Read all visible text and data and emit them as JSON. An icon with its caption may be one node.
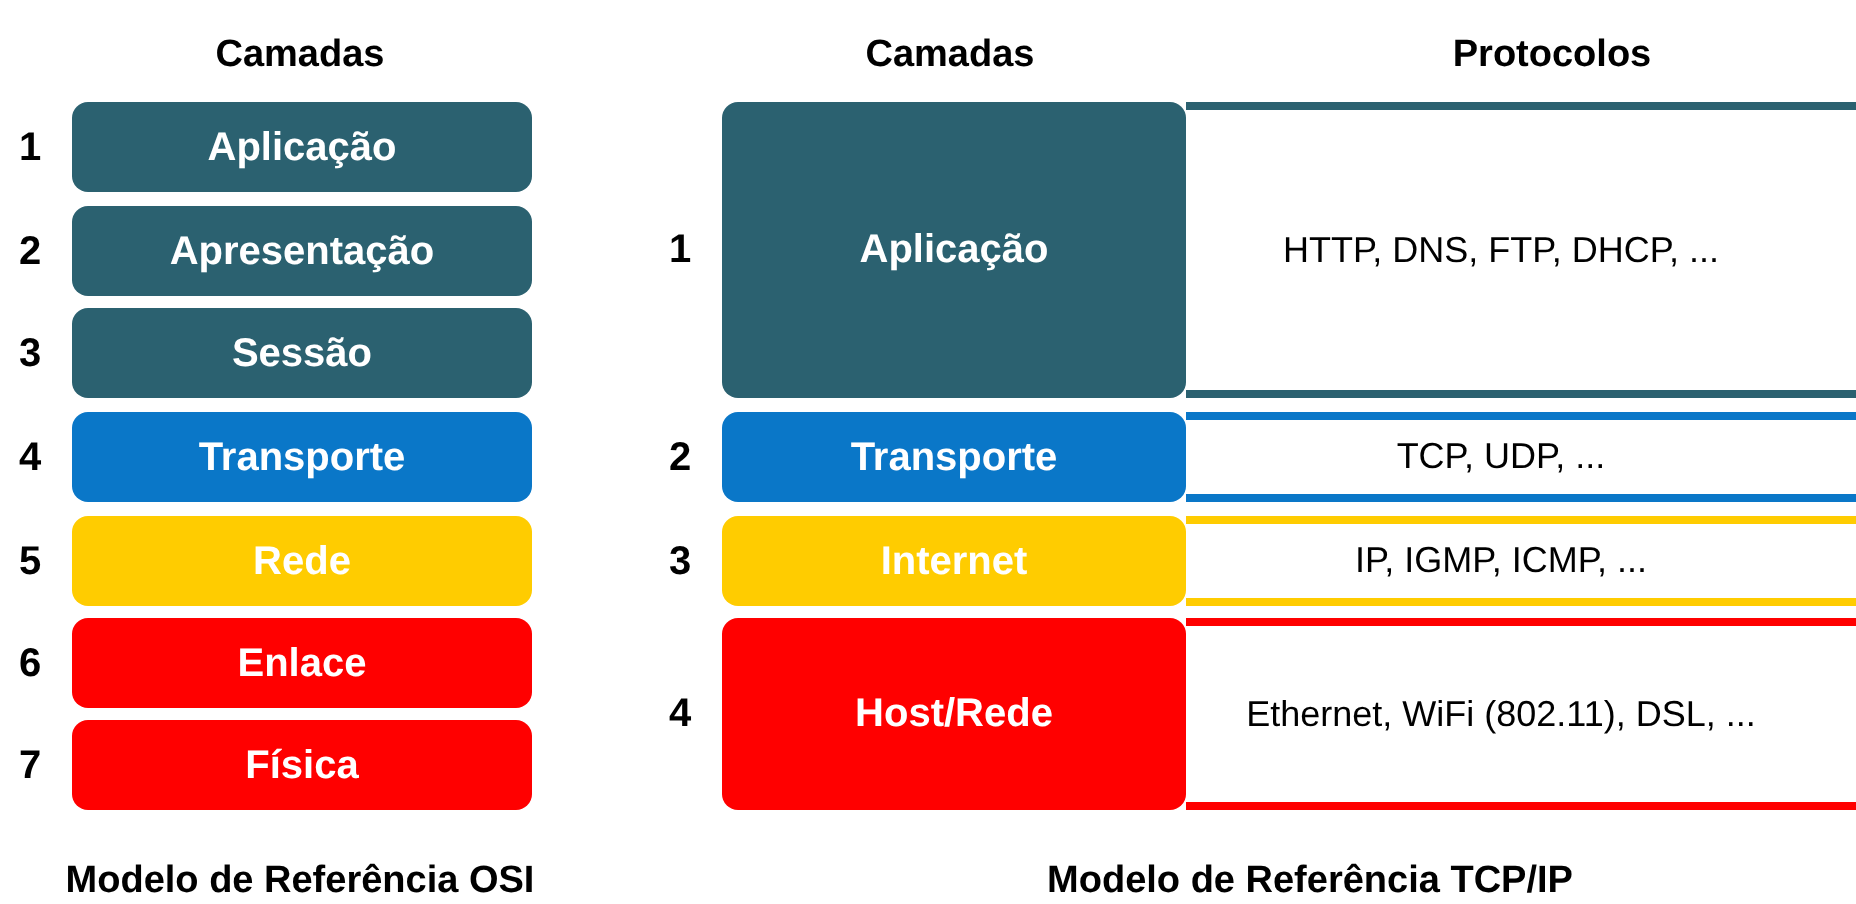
{
  "diagram": {
    "nodes": [
      {
        "text": [
          "Aplicação"
        ],
        "beside": [
          "1"
        ]
      },
      {
        "text": [
          "Apresentação"
        ],
        "beside": [
          "2"
        ]
      },
      {
        "text": [
          "Sessão"
        ],
        "beside": [
          "3"
        ]
      },
      {
        "text": [
          "Transporte"
        ],
        "beside": [
          "4"
        ]
      },
      {
        "text": [
          "Rede"
        ],
        "beside": [
          "5"
        ]
      },
      {
        "text": [
          "Enlace"
        ],
        "beside": [
          "6"
        ]
      },
      {
        "text": [
          "Física"
        ],
        "beside": [
          "7"
        ]
      },
      {
        "text": [
          "Aplicação"
        ],
        "beside": [
          "1"
        ]
      },
      {
        "text": [
          "Transporte"
        ],
        "beside": [
          "2"
        ]
      },
      {
        "text": [
          "Internet"
        ],
        "beside": [
          "3"
        ]
      },
      {
        "text": [
          "Host/Rede"
        ],
        "beside": [
          "4"
        ]
      },
      {
        "text": [
          "HTTP, DNS, FTP, DHCP, ..."
        ]
      },
      {
        "text": [
          "TCP, UDP, ..."
        ]
      },
      {
        "text": [
          "IP, IGMP, ICMP, ..."
        ]
      },
      {
        "text": [
          "Ethernet, WiFi (802.11), DSL, ..."
        ]
      }
    ],
    "labels": [
      "Camadas",
      "Camadas",
      "Protocolos",
      "Modelo de Referência OSI",
      "Modelo de Referência TCP/IP"
    ]
  }
}
